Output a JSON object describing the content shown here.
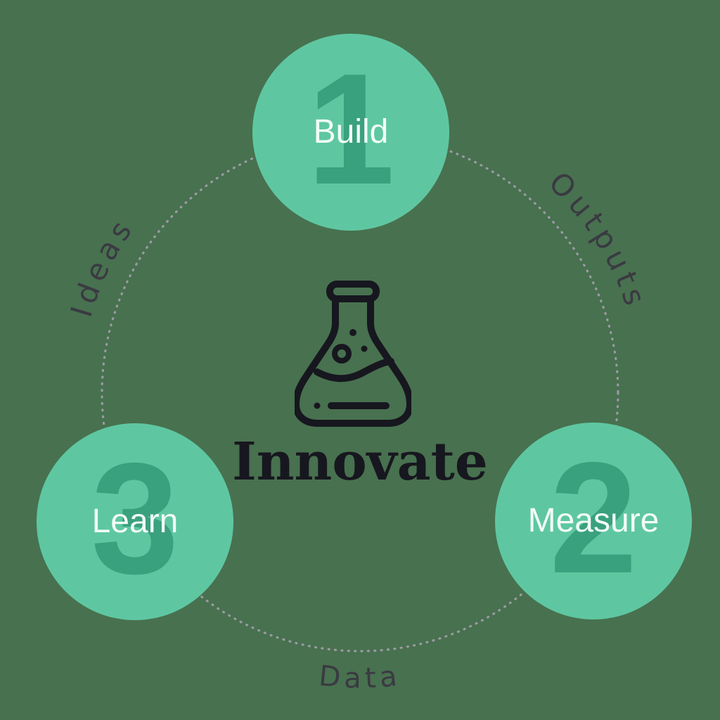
{
  "title": "Innovate",
  "center_icon": "flask-icon",
  "nodes": [
    {
      "id": "build",
      "number": "1",
      "label": "Build"
    },
    {
      "id": "measure",
      "number": "2",
      "label": "Measure"
    },
    {
      "id": "learn",
      "number": "3",
      "label": "Learn"
    }
  ],
  "flows": [
    {
      "id": "ideas",
      "label": "Ideas"
    },
    {
      "id": "outputs",
      "label": "Outputs"
    },
    {
      "id": "data",
      "label": "Data"
    }
  ],
  "colors": {
    "bg": "#48714f",
    "node_fill": "#5ec7a1",
    "node_number": "#3aa17e",
    "node_label": "#f2fbf7",
    "ink": "#17171f",
    "arc_text": "#3a3a42",
    "dots": "#9b9ba3"
  }
}
